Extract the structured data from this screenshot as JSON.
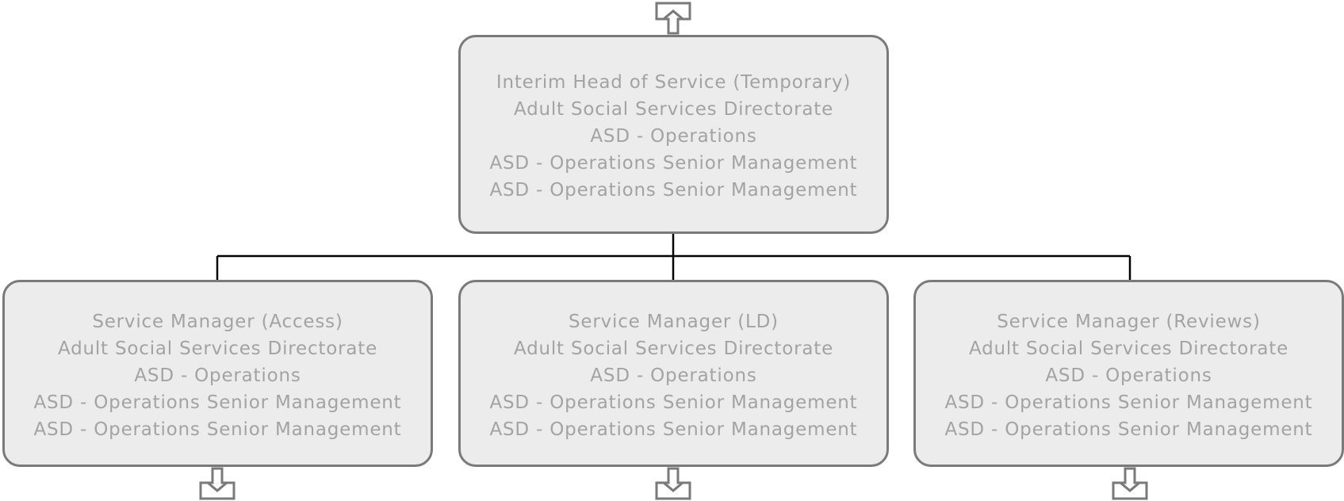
{
  "colors": {
    "node_fill": "#ececec",
    "node_border": "#7a7a7a",
    "node_text": "#a3a3a3",
    "connector": "#000000",
    "arrow_fill": "#ffffff"
  },
  "icons": {
    "up": "arrow-up-icon",
    "down": "arrow-down-icon"
  },
  "root": {
    "title": "Interim Head of Service (Temporary)",
    "directorate": "Adult Social Services Directorate",
    "division": "ASD - Operations",
    "section": "ASD - Operations Senior Management",
    "team": "ASD - Operations Senior Management"
  },
  "children": [
    {
      "title": "Service Manager (Access)",
      "directorate": "Adult Social Services Directorate",
      "division": "ASD - Operations",
      "section": "ASD - Operations Senior Management",
      "team": "ASD - Operations Senior Management"
    },
    {
      "title": "Service Manager (LD)",
      "directorate": "Adult Social Services Directorate",
      "division": "ASD - Operations",
      "section": "ASD - Operations Senior Management",
      "team": "ASD - Operations Senior Management"
    },
    {
      "title": "Service Manager (Reviews)",
      "directorate": "Adult Social Services Directorate",
      "division": "ASD - Operations",
      "section": "ASD - Operations Senior Management",
      "team": "ASD - Operations Senior Management"
    }
  ]
}
